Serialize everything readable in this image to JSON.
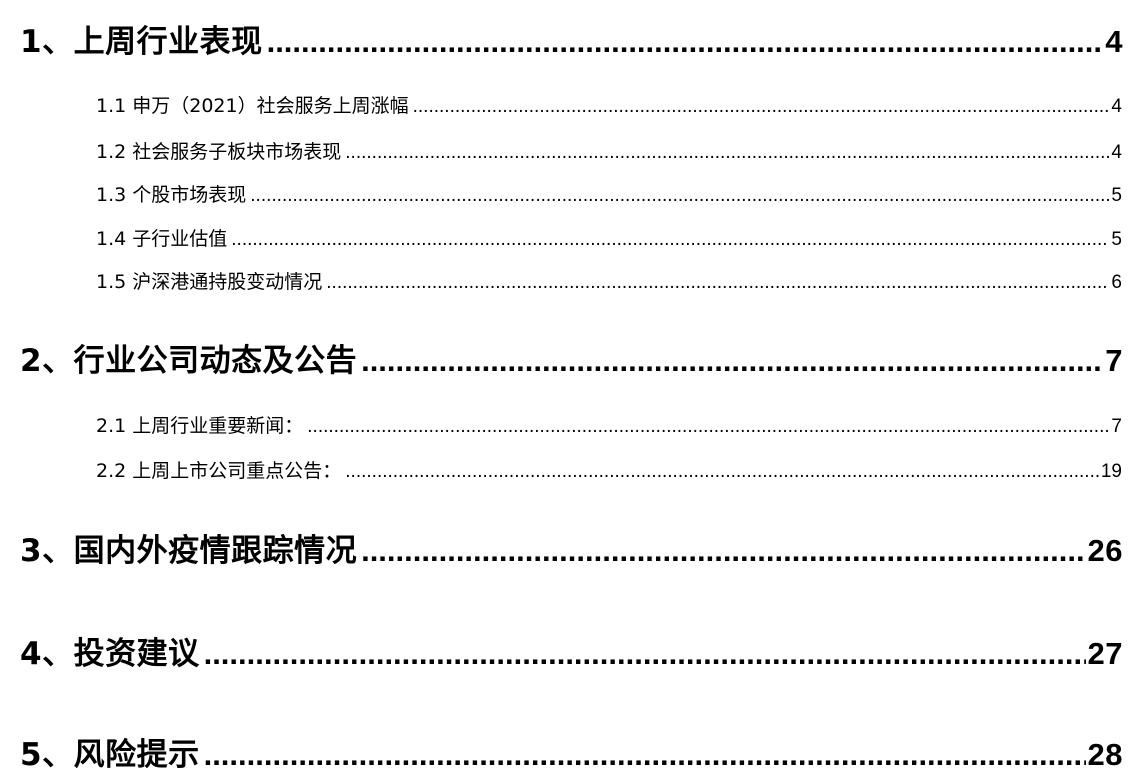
{
  "toc": {
    "s1": {
      "title": "1、上周行业表现",
      "page": "4"
    },
    "s1_1": {
      "title": "1.1 申万（2021）社会服务上周涨幅",
      "page": "4"
    },
    "s1_2": {
      "title": "1.2 社会服务子板块市场表现",
      "page": "4"
    },
    "s1_3": {
      "title": "1.3 个股市场表现",
      "page": "5"
    },
    "s1_4": {
      "title": "1.4 子行业估值",
      "page": "5"
    },
    "s1_5": {
      "title": "1.5 沪深港通持股变动情况",
      "page": "6"
    },
    "s2": {
      "title": "2、行业公司动态及公告",
      "page": "7"
    },
    "s2_1": {
      "title": "2.1 上周行业重要新闻：",
      "page": "7"
    },
    "s2_2": {
      "title": "2.2 上周上市公司重点公告：",
      "page": "19"
    },
    "s3": {
      "title": "3、国内外疫情跟踪情况",
      "page": "26"
    },
    "s4": {
      "title": "4、投资建议",
      "page": "27"
    },
    "s5": {
      "title": "5、风险提示",
      "page": "28"
    }
  }
}
